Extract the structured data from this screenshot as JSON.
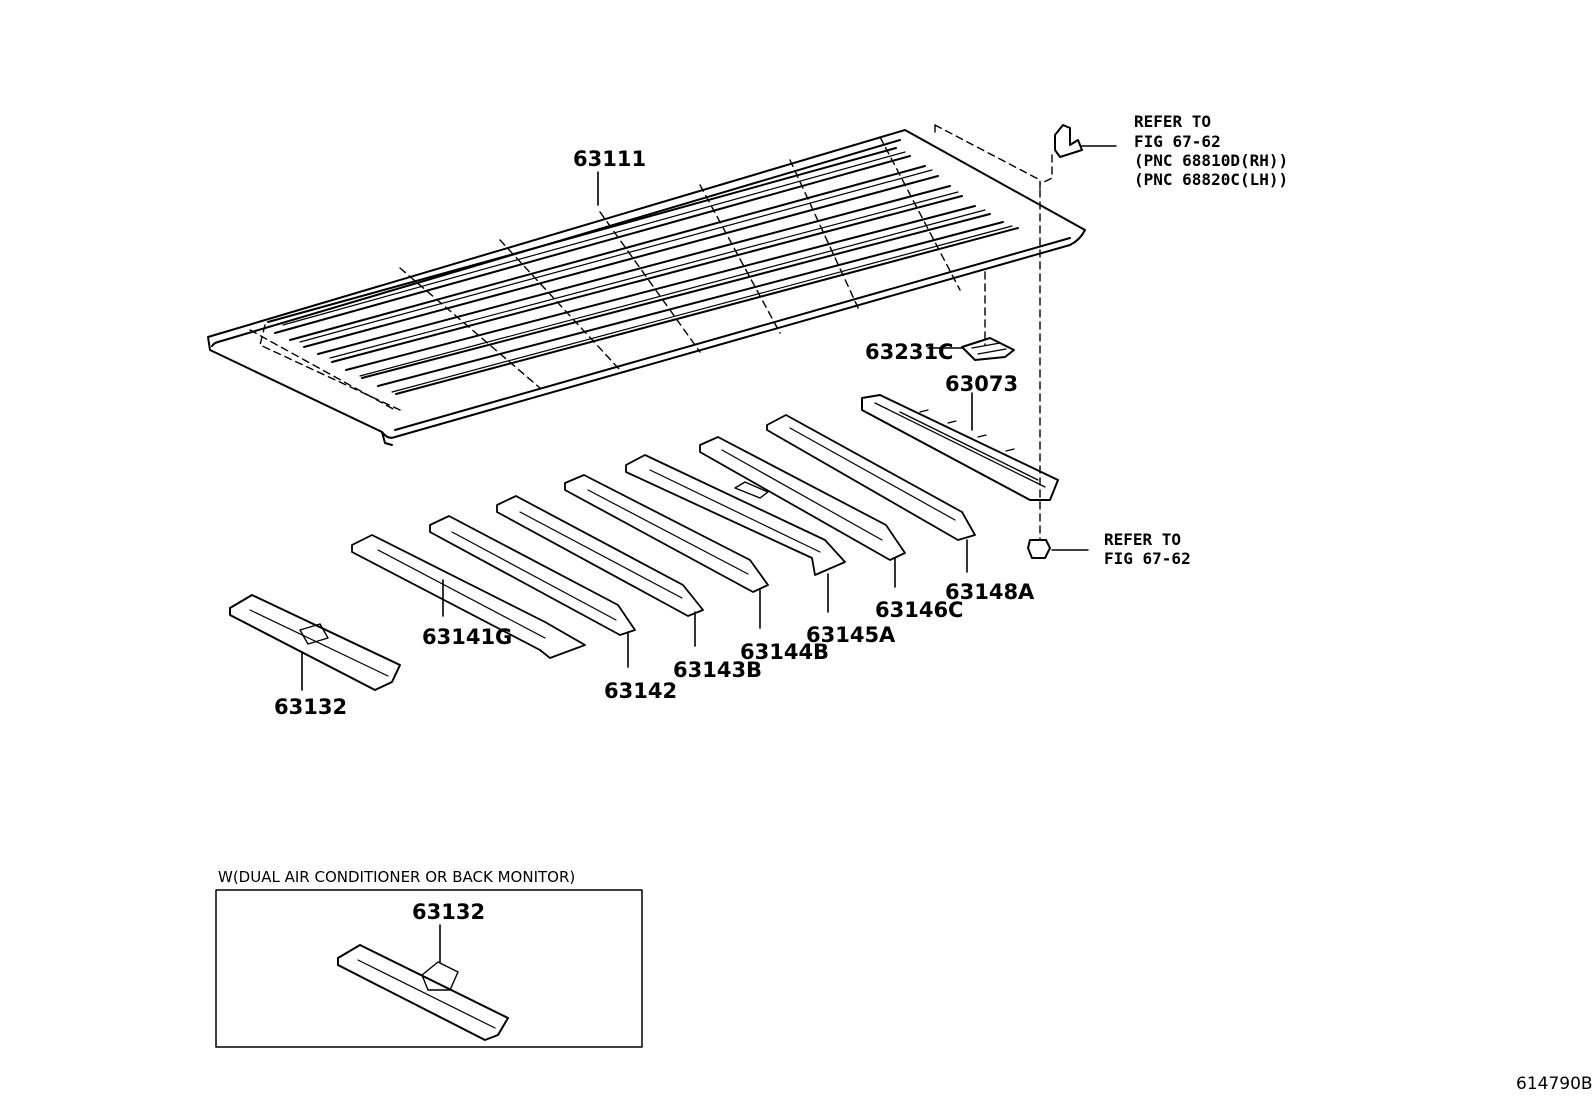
{
  "parts": {
    "roof_panel": "63111",
    "front_header": "63132",
    "bow_g": "63141G",
    "bow_142": "63142",
    "bow_b3": "63143B",
    "bow_b4": "63144B",
    "bow_a5": "63145A",
    "bow_c6": "63146C",
    "bow_a8": "63148A",
    "rear_header": "63073",
    "bracket": "63231C"
  },
  "refs": {
    "top": [
      "REFER TO",
      "FIG 67-62",
      "(PNC 68810D(RH))",
      "(PNC 68820C(LH))"
    ],
    "bottom": [
      "REFER TO",
      "FIG 67-62"
    ]
  },
  "inset": {
    "caption": "W(DUAL AIR CONDITIONER OR BACK MONITOR)",
    "part": "63132"
  },
  "figure_id": "614790B"
}
